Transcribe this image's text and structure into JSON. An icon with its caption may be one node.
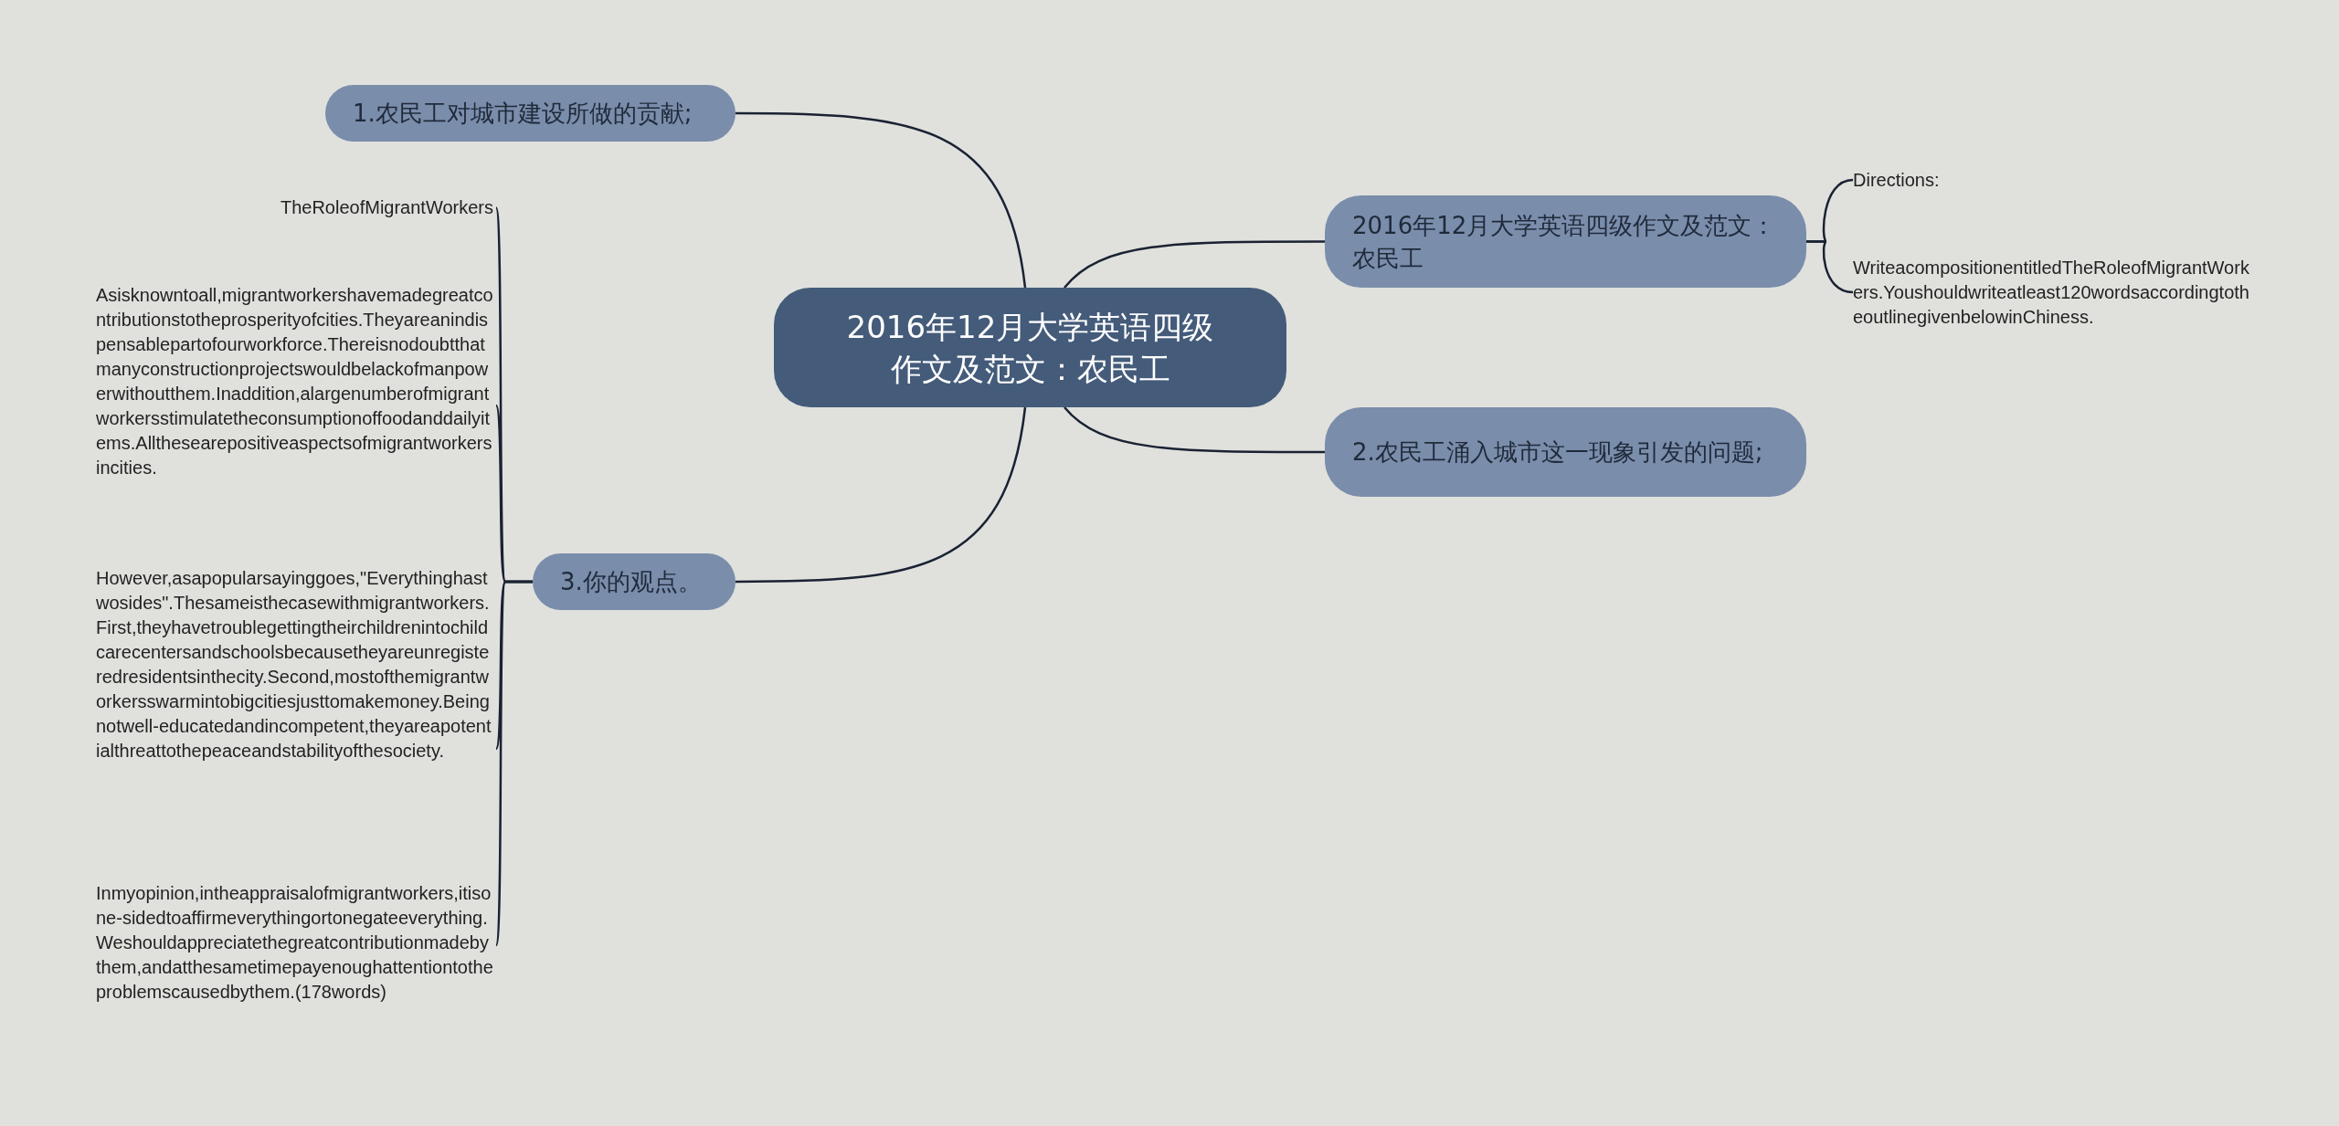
{
  "diagram": {
    "nodes": [
      {
        "text": [
          "2016年12月大学英语四级作文及范文：农民工"
        ]
      },
      {
        "text": [
          "1.农民工对城市建设所做的贡献;"
        ]
      },
      {
        "text": [
          "2016年12月大学英语四级作文及范文：农民工"
        ]
      },
      {
        "text": [
          "2.农民工涌入城市这一现象引发的问题;"
        ]
      },
      {
        "text": [
          "3.你的观点。"
        ]
      },
      {
        "text": [
          "TheRoleofMigrantWorkers"
        ]
      },
      {
        "text": [
          "Asisknowntoall,migrantworkershavemadegreatcontributionstotheprosperityofcities.Theyareanindispensablepartofourworkforce.Thereisnodoubtthatmanyconstructionprojectswouldbelackofmanpowerwithoutthem.Inaddition,alargenumberofmigrantworkersstimulatetheconsumptionoffoodanddailyitems.Allthesearepositiveaspectsofmigrantworkersincities."
        ]
      },
      {
        "text": [
          "However,asapopularsayinggoes,\"Everythinghastwosides\".Thesameisthecasewithmigrantworkers.First,theyhavetroublegettingtheirchildrenintochildcarecentersandschoolsbecausetheyareunregisteredresidentsinthecity.Second,mostofthemigrantworkersswarmintobigcitiesjusttomakemoney.Beingnotwell-educatedandincompetent,theyareapotentialthreattothepeaceandstabilityofthesociety."
        ]
      },
      {
        "text": [
          "Inmyopinion,intheappraisalofmigrantworkers,itisone-sidedtoaffirmeverythingortonegateeverything.Weshouldappreciatethegreatcontributionmadebythem,andatthesametimepayenoughattentiontotheproblemscausedbythem.(178words)"
        ]
      },
      {
        "text": [
          "Directions:"
        ]
      },
      {
        "text": [
          "WriteacompositionentitledTheRoleofMigrantWorkers.Youshouldwriteatleast120wordsaccordingtotheoutlinegivenbelowinChiness."
        ]
      }
    ],
    "edges": [
      {
        "from": 0,
        "to": 1,
        "arrow": "none"
      },
      {
        "from": 0,
        "to": 2,
        "arrow": "none"
      },
      {
        "from": 0,
        "to": 3,
        "arrow": "none"
      },
      {
        "from": 0,
        "to": 4,
        "arrow": "none"
      },
      {
        "from": 4,
        "to": 5,
        "arrow": "none"
      },
      {
        "from": 4,
        "to": 6,
        "arrow": "none"
      },
      {
        "from": 4,
        "to": 7,
        "arrow": "none"
      },
      {
        "from": 4,
        "to": 8,
        "arrow": "none"
      },
      {
        "from": 2,
        "to": 9,
        "arrow": "none"
      },
      {
        "from": 2,
        "to": 10,
        "arrow": "none"
      }
    ]
  }
}
